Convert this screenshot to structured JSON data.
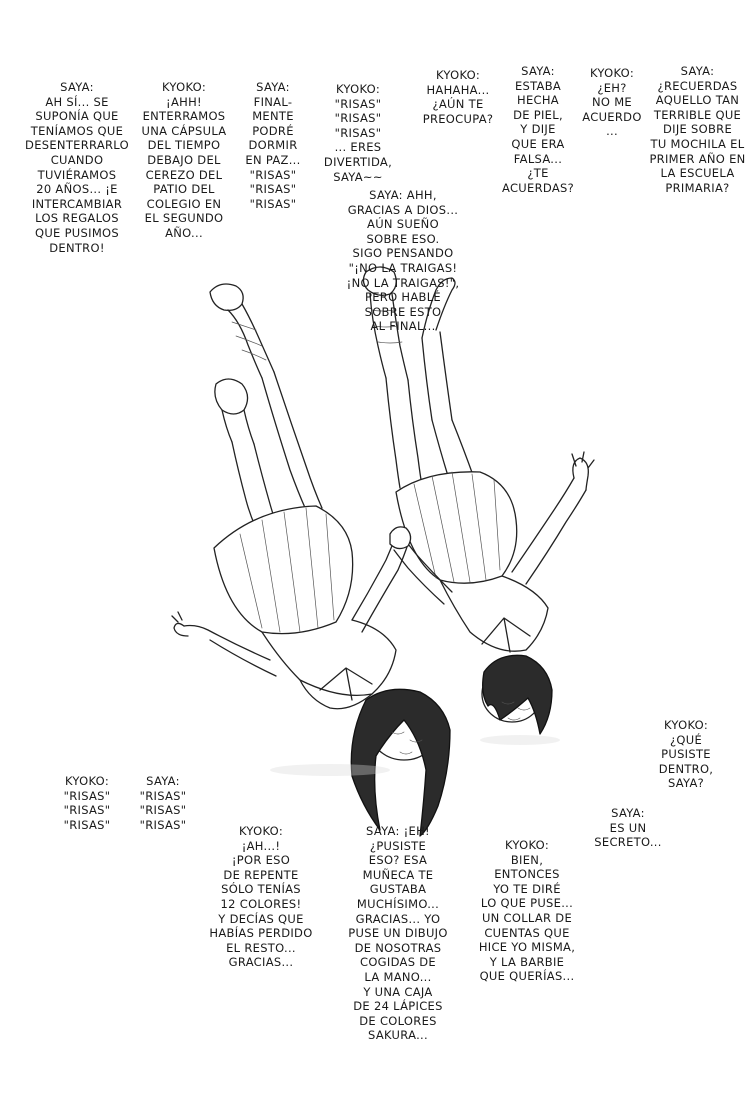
{
  "bubbles": {
    "b01": "SAYA:\nAH SÍ... SE\nSUPONÍA QUE\nTENÍAMOS QUE\nDESENTERRARLO\nCUANDO\nTUVIÉRAMOS\n20 AÑOS... ¡E\nINTERCAMBIAR\nLOS REGALOS\nQUE PUSIMOS\nDENTRO!",
    "b02": "KYOKO:\n¡AHH!\nENTERRAMOS\nUNA CÁPSULA\nDEL TIEMPO\nDEBAJO DEL\nCEREZO DEL\nPATIO DEL\nCOLEGIO EN\nEL SEGUNDO\nAÑO...",
    "b03": "SAYA:\nFINAL-\nMENTE\nPODRÉ\nDORMIR\nEN PAZ...\n\"RISAS\"\n\"RISAS\"\n\"RISAS\"",
    "b04": "KYOKO:\n\"RISAS\"\n\"RISAS\"\n\"RISAS\"\n... ERES\nDIVERTIDA,\nSAYA~~",
    "b05": "KYOKO:\nHAHAHA...\n¿AÚN TE\nPREOCUPA?",
    "b06": "SAYA:\nESTABA\nHECHA\nDE PIEL,\nY DIJE\nQUE ERA\nFALSA...\n¿TE\nACUERDAS?",
    "b07": "KYOKO:\n¿EH?\nNO ME\nACUERDO\n...",
    "b08": "SAYA:\n¿RECUERDAS\nAQUELLO TAN\nTERRIBLE QUE\nDIJE SOBRE\nTU MOCHILA EL\nPRIMER AÑO EN\nLA ESCUELA\nPRIMARIA?",
    "b09": "SAYA: AHH,\nGRACIAS A DIOS...\nAÚN SUEÑO\nSOBRE ESO.\nSIGO PENSANDO\n\"¡NO LA TRAIGAS!\n¡NO LA TRAIGAS!\",\nPERO HABLÉ\nSOBRE ESTO\nAL FINAL...",
    "b10": "KYOKO:\n¿QUÉ\nPUSISTE\nDENTRO,\nSAYA?",
    "b11": "SAYA:\nES UN\nSECRETO...",
    "b12": "KYOKO:\n\"RISAS\"\n\"RISAS\"\n\"RISAS\"",
    "b13": "SAYA:\n\"RISAS\"\n\"RISAS\"\n\"RISAS\"",
    "b14": "KYOKO:\n¡AH...!\n¡POR ESO\nDE REPENTE\nSÓLO TENÍAS\n12 COLORES!\nY DECÍAS QUE\nHABÍAS PERDIDO\nEL RESTO...\nGRACIAS...",
    "b15": "SAYA: ¡EH!\n¿PUSISTE\nESO? ESA\nMUÑECA TE\nGUSTABA\nMUCHÍSIMO...\nGRACIAS... YO\nPUSE UN DIBUJO\nDE NOSOTRAS\nCOGIDAS DE\nLA MANO...\nY UNA CAJA\nDE 24 LÁPICES\nDE COLORES\nSAKURA...",
    "b16": "KYOKO:\nBIEN,\nENTONCES\nYO TE DIRÉ\nLO QUE PUSE...\nUN COLLAR DE\nCUENTAS QUE\nHICE YO MISMA,\nY LA BARBIE\nQUE QUERÍAS..."
  }
}
